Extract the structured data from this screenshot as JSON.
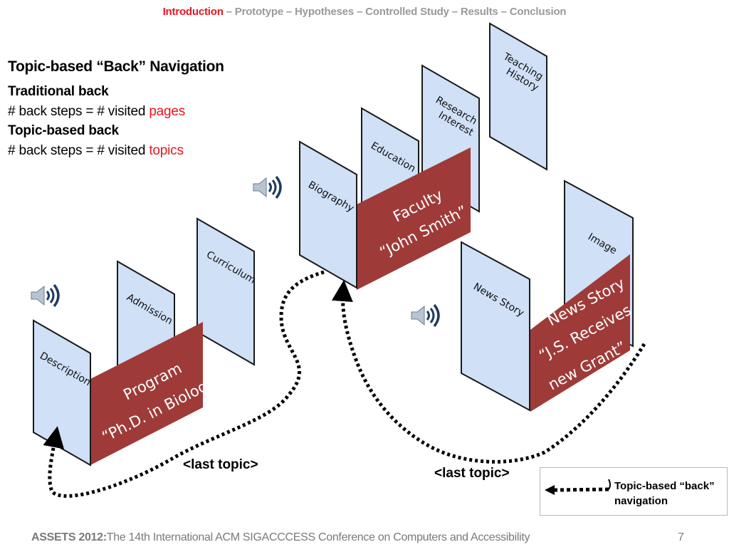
{
  "nav": {
    "current": "Introduction",
    "rest": " – Prototype – Hypotheses – Controlled Study – Results – Conclusion"
  },
  "heading": "Topic-based “Back” Navigation",
  "traditional": {
    "title": "Traditional back",
    "rule_prefix": "# back steps = # visited ",
    "rule_highlight": "pages"
  },
  "topic_based": {
    "title": "Topic-based back",
    "rule_prefix": "# back steps = # visited ",
    "rule_highlight": "topics"
  },
  "groups": {
    "program": {
      "pages": [
        "Description",
        "Admission",
        "Curriculum"
      ],
      "banner": [
        "Program",
        "“Ph.D. in Biology”"
      ]
    },
    "faculty": {
      "pages": [
        "Biography",
        "Education",
        "Research",
        "Interest",
        "Teaching",
        "History"
      ],
      "banner": [
        "Faculty",
        "“John Smith”"
      ]
    },
    "news": {
      "pages": [
        "News Story",
        "Image"
      ],
      "banner": [
        "News Story",
        "“J.S. Receives a",
        "new Grant”"
      ]
    }
  },
  "last_topic_labels": [
    "<last topic>",
    "<last topic>"
  ],
  "legend": "Topic-based “back” navigation",
  "footer": {
    "conference": "ASSETS 2012:",
    "subtitle": "The 14th International ACM SIGACCCESS Conference on Computers and Accessibility"
  },
  "page_number": "7",
  "colors": {
    "panel_fill": "#cfe0f7",
    "panel_stroke": "#1a1a1a",
    "banner_fill": "#9e3b38",
    "highlight": "#e8141e",
    "nav_gray": "#9a9a9a",
    "speaker": "#1f3b5c"
  },
  "icons": [
    "speaker-icon",
    "dotted-arrow-icon"
  ]
}
